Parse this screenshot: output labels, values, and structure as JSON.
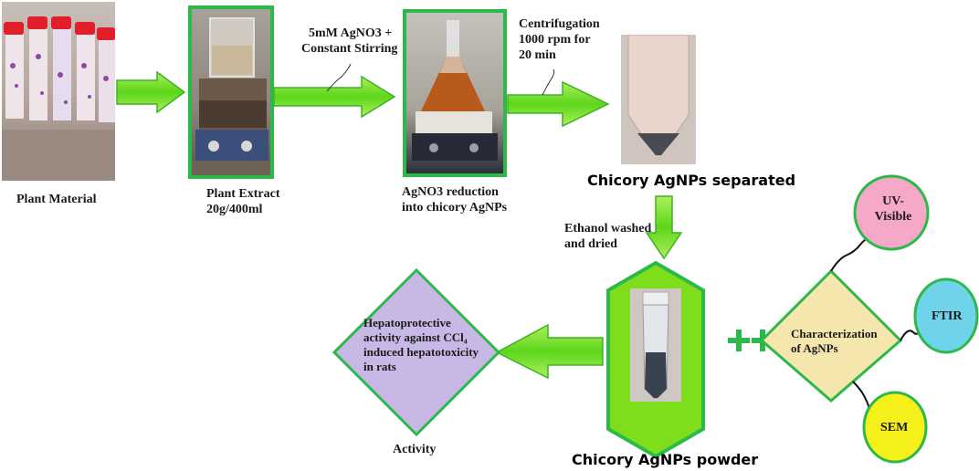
{
  "steps": {
    "plant_material": "Plant Material",
    "plant_extract_line1": "Plant Extract",
    "plant_extract_line2": "20g/400ml",
    "agno3_line1": "5mM AgNO3 +",
    "agno3_line2": "Constant Stirring",
    "reduction_line1": "AgNO3 reduction",
    "reduction_line2": "into chicory AgNPs",
    "centrifugation_line1": "Centrifugation",
    "centrifugation_line2": "1000 rpm for",
    "centrifugation_line3": "20 min",
    "separated": "Chicory AgNPs separated",
    "ethanol_line1": "Ethanol washed",
    "ethanol_line2": "and dried",
    "powder": "Chicory AgNPs powder",
    "activity": "Activity"
  },
  "hepato": {
    "line1": "Hepatoprotective",
    "line2": "activity against CCl₄",
    "line3": "induced hepatotoxicity",
    "line4": "in rats"
  },
  "characterization": {
    "line1": "Characterization",
    "line2": "of AgNPs",
    "uv_line1": "UV-",
    "uv_line2": "Visible",
    "ftir": "FTIR",
    "sem": "SEM"
  },
  "colors": {
    "frame_green": "#2db84a",
    "arrow_green": "#6ee21f",
    "hepato_fill": "#c8b8e6",
    "char_fill": "#f5e6ad",
    "uv_fill": "#f5a8c8",
    "ftir_fill": "#6fd3ea",
    "sem_fill": "#f5f019"
  }
}
